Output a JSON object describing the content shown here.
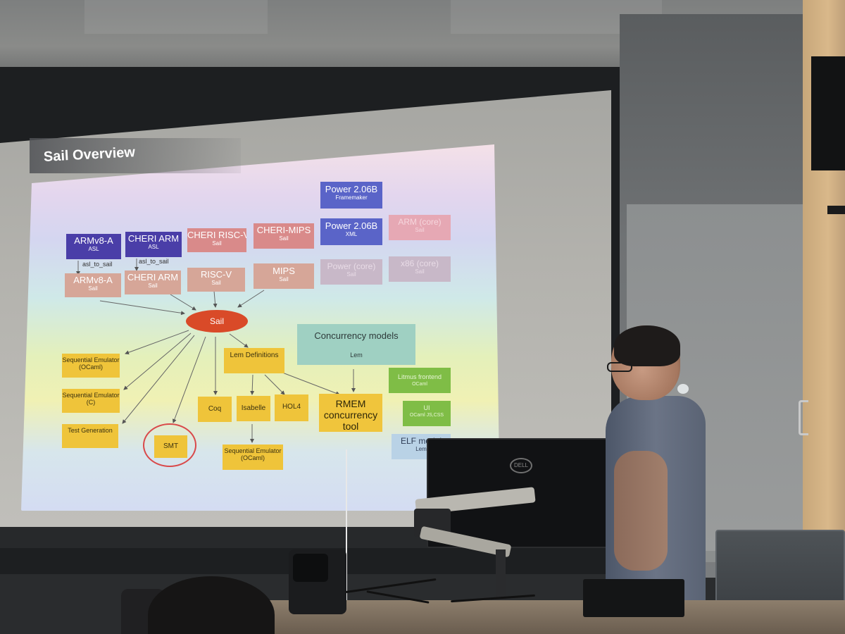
{
  "slide": {
    "title": "Sail Overview",
    "sources": {
      "armv8a": {
        "name": "ARMv8-A",
        "lang": "ASL"
      },
      "cheri_arm": {
        "name": "CHERI ARM",
        "lang": "ASL"
      },
      "cheri_riscv": {
        "name": "CHERI RISC-V",
        "lang": "Sail"
      },
      "cheri_mips": {
        "name": "CHERI-MIPS",
        "lang": "Sail"
      },
      "power_fm": {
        "name": "Power 2.06B",
        "lang": "Framemaker"
      },
      "power_xml": {
        "name": "Power 2.06B",
        "lang": "XML"
      },
      "arm_core": {
        "name": "ARM (core)",
        "lang": "Sail"
      }
    },
    "translator": "asl_to_sail",
    "sail_models": {
      "armv8a": {
        "name": "ARMv8-A",
        "lang": "Sail"
      },
      "cheri_arm": {
        "name": "CHERI ARM",
        "lang": "Sail"
      },
      "riscv": {
        "name": "RISC-V",
        "lang": "Sail"
      },
      "mips": {
        "name": "MIPS",
        "lang": "Sail"
      },
      "power_core": {
        "name": "Power (core)",
        "lang": "Sail"
      },
      "x86_core": {
        "name": "x86 (core)",
        "lang": "Sail"
      }
    },
    "hub": "Sail",
    "outputs": {
      "seq_ocaml": "Sequential Emulator (OCaml)",
      "seq_c": "Sequential Emulator (C)",
      "test_gen": "Test Generation",
      "smt": "SMT",
      "lem_defs": "Lem Definitions",
      "coq": "Coq",
      "isabelle": "Isabelle",
      "hol4": "HOL4",
      "seq_ocaml_2": "Sequential Emulator (OCaml)",
      "concurrency": "Concurrency models",
      "concurrency_lang": "Lem",
      "rmem": "RMEM concurrency tool",
      "litmus": {
        "name": "Litmus frontend",
        "lang": "OCaml"
      },
      "ui": {
        "name": "UI",
        "lang": "OCaml JS,CSS"
      },
      "elf": {
        "name": "ELF model",
        "lang": "Lem"
      }
    }
  },
  "monitor": {
    "brand": "DELL"
  }
}
